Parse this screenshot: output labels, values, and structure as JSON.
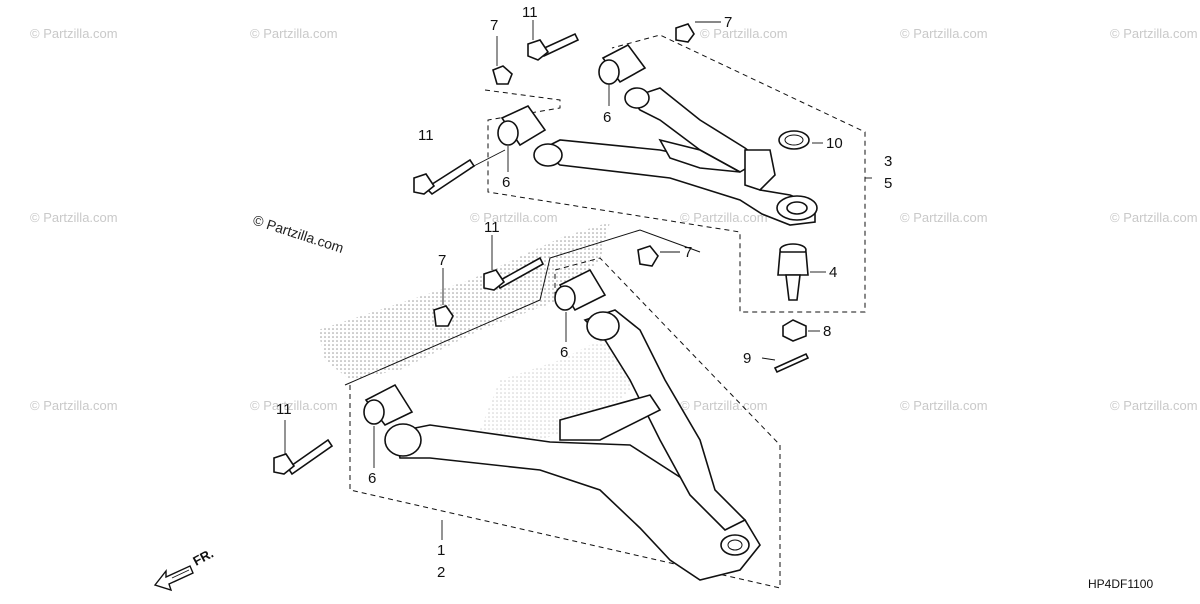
{
  "diagram_code": "HP4DF1100",
  "brand_text": "© Partzilla.com",
  "watermark_text": "© Partzilla.com",
  "direction_label": "FR.",
  "callouts": {
    "lower_arm_left": "1",
    "lower_arm_right": "2",
    "upper_arm_left": "3",
    "upper_arm_right": "5",
    "ball_joint": "4",
    "bushing_upper_front": "6",
    "bushing_upper_rear": "6",
    "bushing_lower_front": "6",
    "bushing_lower_rear": "6",
    "nut_upper_left": "7",
    "nut_upper_right": "7",
    "nut_lower_left": "7",
    "nut_lower_right": "7",
    "castle_nut": "8",
    "cotter_pin": "9",
    "dust_seal": "10",
    "bolt_upper_top": "11",
    "bolt_upper_left": "11",
    "bolt_lower_top": "11",
    "bolt_lower_left": "11"
  }
}
